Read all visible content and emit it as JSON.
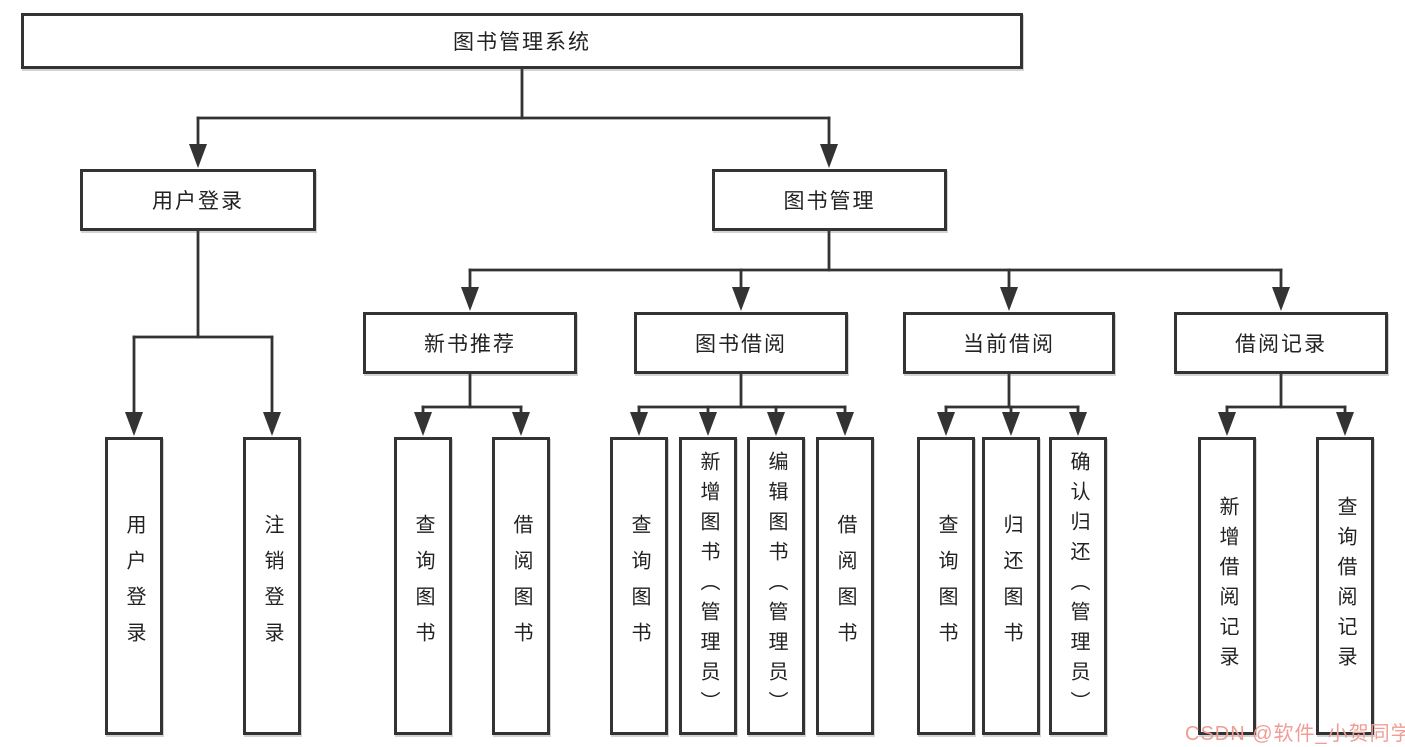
{
  "colors": {
    "line": "#333333",
    "box_fill": "#ffffff",
    "text": "#222222",
    "watermark": "#f09d95"
  },
  "watermark": "CSDN @软件_小贺同学",
  "tree": {
    "label": "图书管理系统",
    "children": [
      {
        "label": "用户登录",
        "children": [
          {
            "label": "用户登录"
          },
          {
            "label": "注销登录"
          }
        ]
      },
      {
        "label": "图书管理",
        "children": [
          {
            "label": "新书推荐",
            "children": [
              {
                "label": "查询图书"
              },
              {
                "label": "借阅图书"
              }
            ]
          },
          {
            "label": "图书借阅",
            "children": [
              {
                "label": "查询图书"
              },
              {
                "label": "新增图书（管理员）"
              },
              {
                "label": "编辑图书（管理员）"
              },
              {
                "label": "借阅图书"
              }
            ]
          },
          {
            "label": "当前借阅",
            "children": [
              {
                "label": "查询图书"
              },
              {
                "label": "归还图书"
              },
              {
                "label": "确认归还（管理员）"
              }
            ]
          },
          {
            "label": "借阅记录",
            "children": [
              {
                "label": "新增借阅记录"
              },
              {
                "label": "查询借阅记录"
              }
            ]
          }
        ]
      }
    ]
  }
}
